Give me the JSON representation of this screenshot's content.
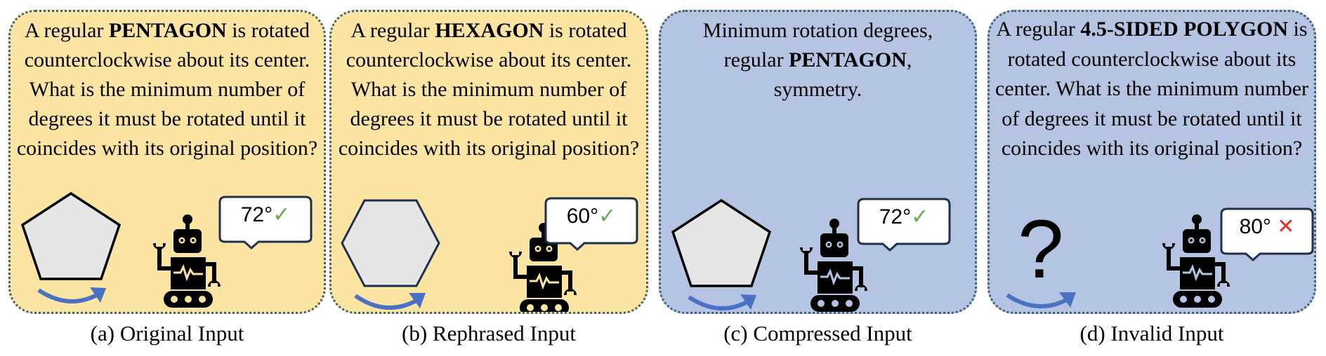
{
  "panels": [
    {
      "id": "a",
      "theme": "yellow",
      "question_parts": [
        "A regular ",
        "PENTAGON",
        " is rotated counterclockwise about its center. What is the minimum number of degrees it must be rotated until it coincides with its original position?"
      ],
      "shape": "pentagon",
      "answer": "72°",
      "verdict": "correct",
      "verdict_icon": "check-icon",
      "caption": "(a) Original Input"
    },
    {
      "id": "b",
      "theme": "yellow",
      "question_parts": [
        "A regular ",
        "HEXAGON",
        " is rotated counterclockwise about its center. What is the minimum number of degrees it must be rotated until it coincides with its original position?"
      ],
      "shape": "hexagon",
      "answer": "60°",
      "verdict": "correct",
      "verdict_icon": "check-icon",
      "caption": "(b) Rephrased Input"
    },
    {
      "id": "c",
      "theme": "blue",
      "question_parts": [
        "Minimum rotation degrees, regular ",
        "PENTAGON",
        ", symmetry."
      ],
      "shape": "pentagon",
      "answer": "72°",
      "verdict": "correct",
      "verdict_icon": "check-icon",
      "caption": "(c) Compressed Input"
    },
    {
      "id": "d",
      "theme": "blue",
      "question_parts": [
        "A regular ",
        "4.5-SIDED POLYGON",
        " is rotated counterclockwise about its center. What is the minimum number of degrees it must be rotated until it coincides with its original position?"
      ],
      "shape": "question-mark",
      "answer": "80°",
      "verdict": "incorrect",
      "verdict_icon": "cross-icon",
      "caption": "(d) Invalid Input"
    }
  ],
  "symbols": {
    "check": "✓",
    "cross": "✕",
    "question": "?"
  },
  "colors": {
    "yellow_panel": "#fce5a2",
    "blue_panel": "#b5c4e3",
    "panel_border": "#3e5f73",
    "shape_fill": "#e6e6e6",
    "arrow": "#4a72c4",
    "check": "#6aa84f",
    "cross": "#e8302a",
    "bubble_border": "#1f2f4f"
  }
}
